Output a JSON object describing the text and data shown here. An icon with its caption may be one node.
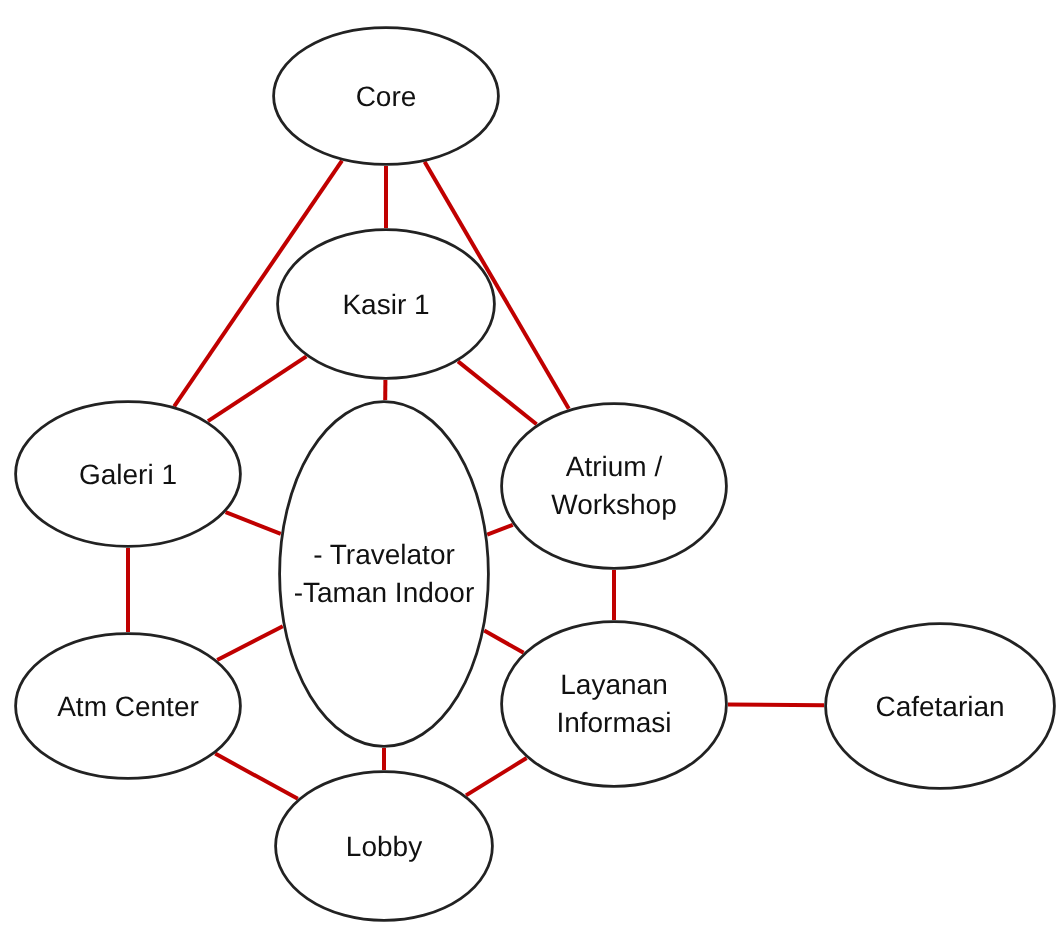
{
  "diagram": {
    "nodes": [
      {
        "text": [
          "Core"
        ]
      },
      {
        "text": [
          "Kasir 1"
        ]
      },
      {
        "text": [
          "Galeri 1"
        ]
      },
      {
        "text": [
          "Atrium / Workshop"
        ]
      },
      {
        "text": [
          "- Travelator",
          "-Taman Indoor"
        ]
      },
      {
        "text": [
          "Atm Center"
        ]
      },
      {
        "text": [
          "Layanan Informasi"
        ]
      },
      {
        "text": [
          "Cafetarian"
        ]
      },
      {
        "text": [
          "Lobby"
        ]
      }
    ],
    "edges": [
      {
        "from": 0,
        "to": 1,
        "arrow": "none"
      },
      {
        "from": 0,
        "to": 2,
        "arrow": "none"
      },
      {
        "from": 0,
        "to": 3,
        "arrow": "none"
      },
      {
        "from": 1,
        "to": 2,
        "arrow": "none"
      },
      {
        "from": 1,
        "to": 3,
        "arrow": "none"
      },
      {
        "from": 1,
        "to": 4,
        "arrow": "none"
      },
      {
        "from": 2,
        "to": 4,
        "arrow": "none"
      },
      {
        "from": 2,
        "to": 5,
        "arrow": "none"
      },
      {
        "from": 3,
        "to": 4,
        "arrow": "none"
      },
      {
        "from": 3,
        "to": 6,
        "arrow": "none"
      },
      {
        "from": 4,
        "to": 5,
        "arrow": "none"
      },
      {
        "from": 4,
        "to": 6,
        "arrow": "none"
      },
      {
        "from": 4,
        "to": 8,
        "arrow": "none"
      },
      {
        "from": 5,
        "to": 8,
        "arrow": "none"
      },
      {
        "from": 6,
        "to": 8,
        "arrow": "none"
      },
      {
        "from": 6,
        "to": 7,
        "arrow": "none"
      }
    ]
  }
}
